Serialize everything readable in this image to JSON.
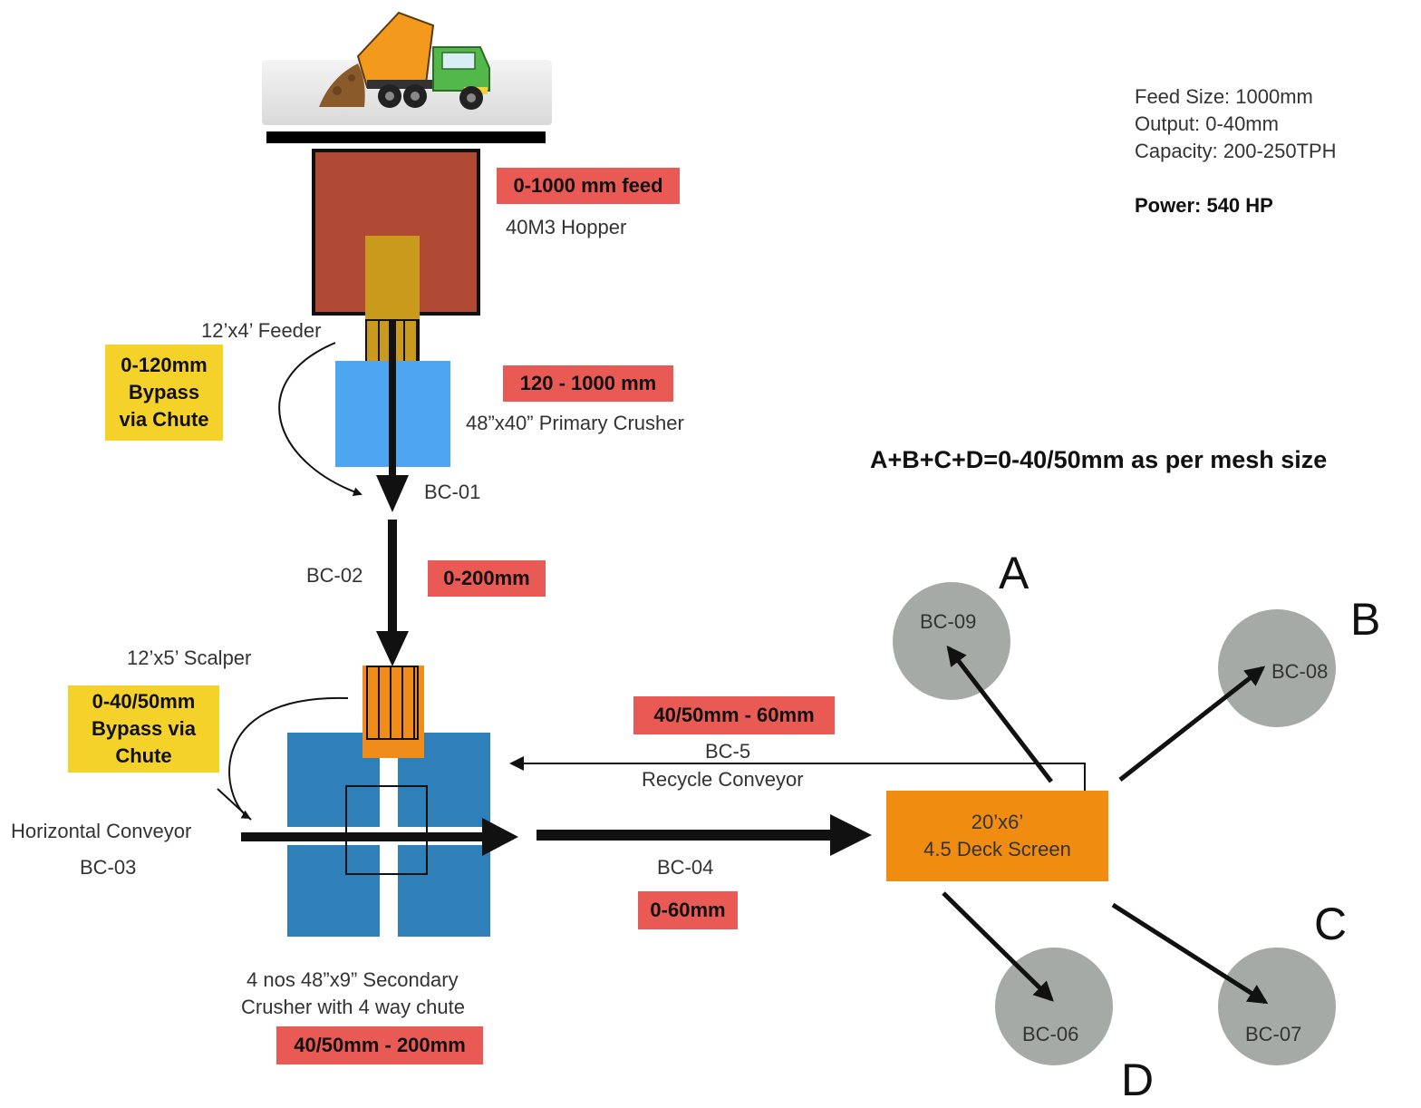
{
  "specs": {
    "feed_size": "Feed Size: 1000mm",
    "output": "Output: 0-40mm",
    "capacity": "Capacity: 200-250TPH",
    "power": "Power: 540 HP"
  },
  "formula": "A+B+C+D=0-40/50mm as per mesh size",
  "hopper": {
    "size_tag": "0-1000 mm feed",
    "label": "40M3 Hopper"
  },
  "feeder": {
    "label": "12’x4’ Feeder"
  },
  "bypass1": {
    "line1": "0-120mm",
    "line2": "Bypass",
    "line3": "via Chute"
  },
  "primary": {
    "size_tag": "120 - 1000 mm",
    "label": "48”x40” Primary Crusher"
  },
  "bc01": "BC-01",
  "bc02": {
    "label": "BC-02",
    "size_tag": "0-200mm"
  },
  "scalper": {
    "label": "12’x5’ Scalper"
  },
  "bypass2": {
    "line1": "0-40/50mm",
    "line2": "Bypass via",
    "line3": "Chute"
  },
  "horizontal": {
    "label": "Horizontal Conveyor",
    "code": "BC-03"
  },
  "secondary": {
    "line1": "4 nos 48”x9” Secondary",
    "line2": "Crusher with 4 way chute",
    "size_tag": "40/50mm - 200mm"
  },
  "recycle": {
    "size_tag": "40/50mm - 60mm",
    "code": "BC-5",
    "label": "Recycle Conveyor"
  },
  "bc04": {
    "label": "BC-04",
    "size_tag": "0-60mm"
  },
  "screen": {
    "line1": "20’x6’",
    "line2": "4.5 Deck Screen"
  },
  "outputs": {
    "a": {
      "letter": "A",
      "code": "BC-09"
    },
    "b": {
      "letter": "B",
      "code": "BC-08"
    },
    "c": {
      "letter": "C",
      "code": "BC-07"
    },
    "d": {
      "letter": "D",
      "code": "BC-06"
    }
  },
  "colors": {
    "hopper": "#b04a35",
    "feeder": "#c99a1c",
    "primary": "#4fa6f0",
    "secondary": "#2f7fb8",
    "scalper": "#f08c1a",
    "screen": "#f08c10",
    "tag_red": "#ea5a55",
    "tag_yellow": "#f4d22a",
    "output_circle": "#a5aaa7"
  },
  "icons": {
    "truck": "dump-truck-icon"
  }
}
